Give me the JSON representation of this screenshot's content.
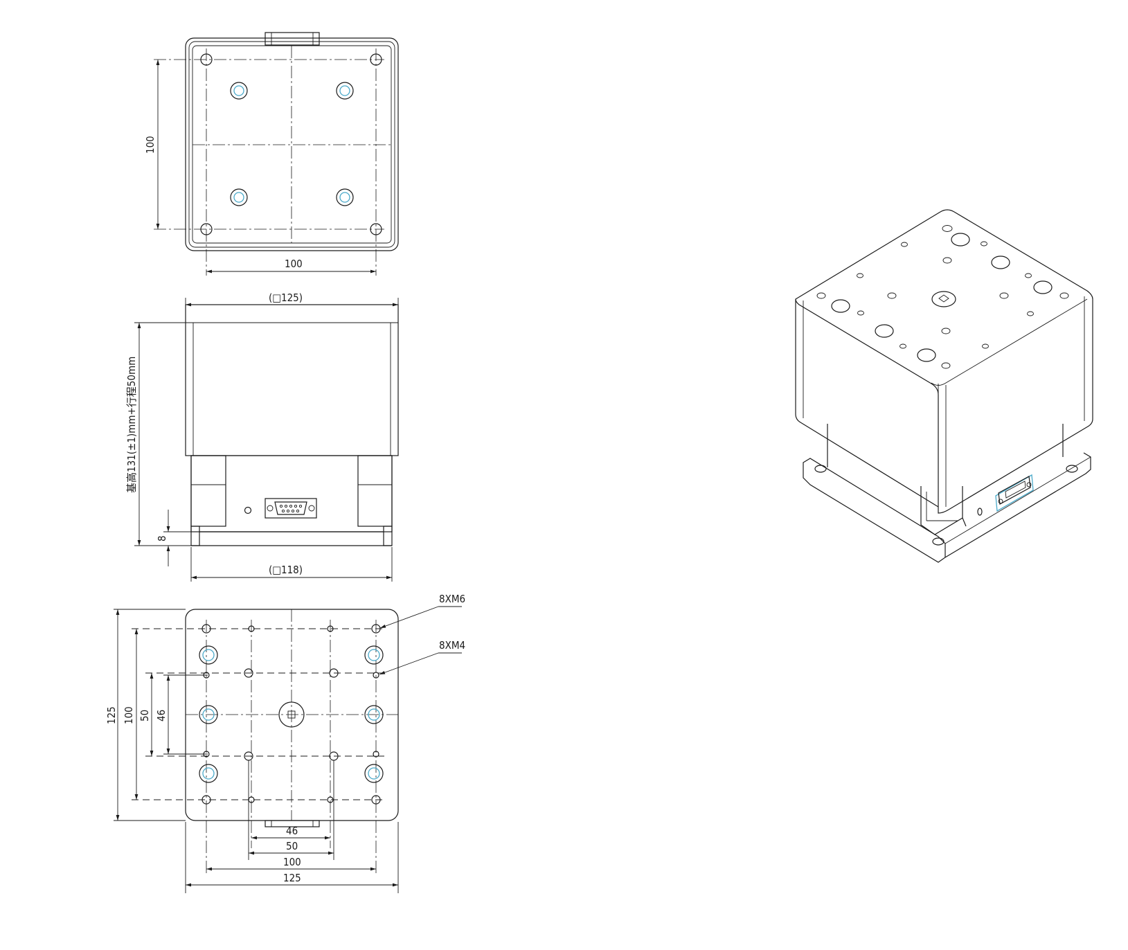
{
  "top_view": {
    "dim_height": "100",
    "dim_width": "100"
  },
  "front_view": {
    "dim_width_top": "(□125)",
    "dim_width_bottom": "(□118)",
    "dim_height": "基高131(±1)mm+行程50mm",
    "dim_base": "8"
  },
  "bottom_view": {
    "label_m6": "8XM6",
    "label_m4": "8XM4",
    "dim_v_125": "125",
    "dim_v_100": "100",
    "dim_v_50": "50",
    "dim_v_46": "46",
    "dim_h_46": "46",
    "dim_h_50": "50",
    "dim_h_100": "100",
    "dim_h_125": "125"
  },
  "colors": {
    "line": "#1a1a1a",
    "hole_accent": "#4aa9c9"
  }
}
